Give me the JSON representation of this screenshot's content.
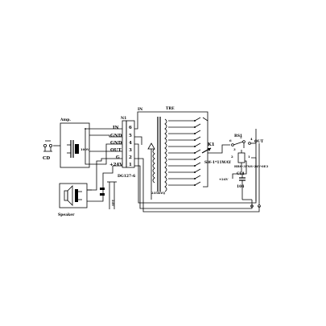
{
  "labels": {
    "amp": "Amp.",
    "v100": "100V",
    "cd": "CD",
    "speaker": "Speaker",
    "n1": "N1",
    "dg": "DG127-6",
    "v24_vertical": "24V",
    "in_top": "IN",
    "tre": "TRE",
    "transformer": "235BYQ",
    "k1": "K1",
    "switch": "SW-1*11WAY",
    "rs1": "RS1",
    "out": "OUT",
    "relay": "HRS-3FNS-24V-0E3",
    "cl1": "CL1",
    "cap_val": "104",
    "v24_plus": "+24V"
  },
  "connector": {
    "pins": [
      {
        "num": "6",
        "name": "IN"
      },
      {
        "num": "5",
        "name": "GND"
      },
      {
        "num": "4",
        "name": "GND"
      },
      {
        "num": "3",
        "name": "OUT"
      },
      {
        "num": "2",
        "name": "G"
      },
      {
        "num": "1",
        "name": "+24V"
      }
    ]
  },
  "relay_pins": [
    "1",
    "2",
    "3",
    "4",
    "5",
    "6"
  ]
}
